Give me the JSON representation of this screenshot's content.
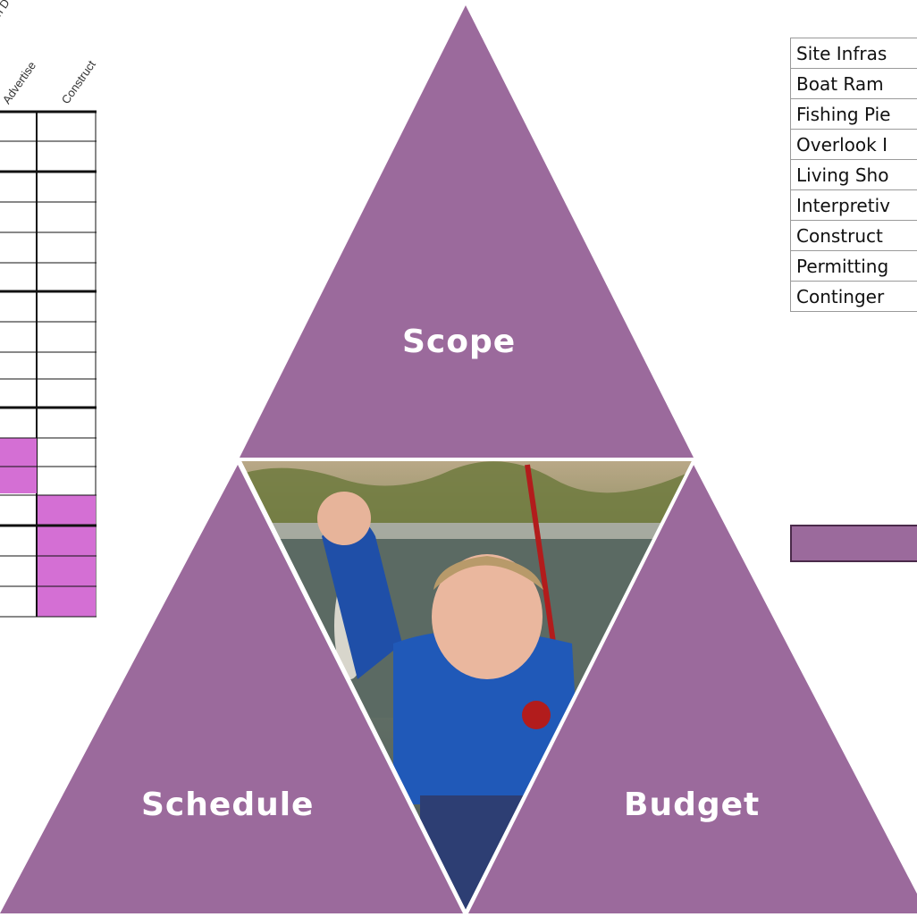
{
  "schedule_table": {
    "headers": [
      "on D",
      "Advertise",
      "Construct"
    ],
    "highlight_color": "#d46fd4"
  },
  "diagram": {
    "fill_color": "#9b6a9c",
    "labels": {
      "top": "Scope",
      "left": "Schedule",
      "right": "Budget"
    },
    "photo": {
      "description_icon": "child-holding-fish-photo"
    }
  },
  "budget_table": {
    "rows": [
      "Site Infras",
      "Boat Ram",
      "Fishing Pie",
      "Overlook I",
      "Living Sho",
      "Interpretiv",
      "Construct",
      "Permitting",
      "Continger"
    ],
    "total_color": "#9b6a9c"
  }
}
